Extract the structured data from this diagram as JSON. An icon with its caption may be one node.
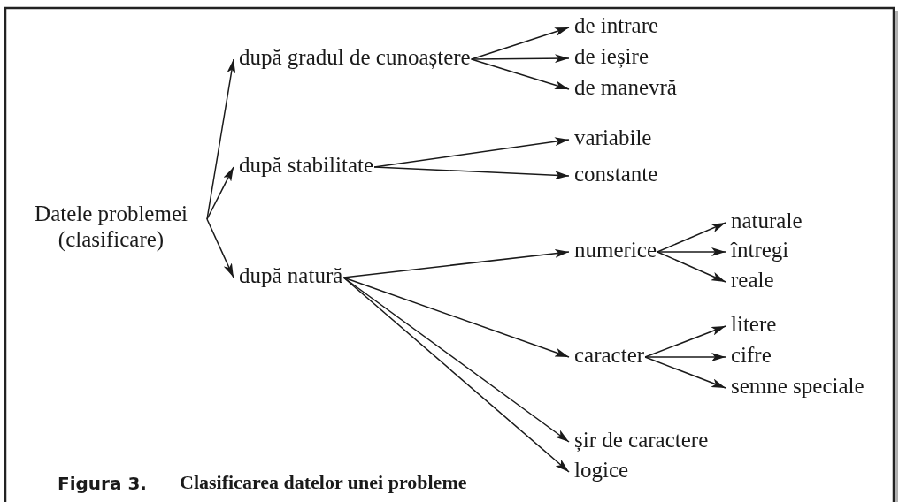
{
  "diagram": {
    "caption": "Clasificarea datelor unei probleme",
    "nodes": [
      {
        "text": [
          "Datele problemei (clasificare)"
        ]
      },
      {
        "text": [
          "după gradul de cunoaștere"
        ]
      },
      {
        "text": [
          "după stabilitate"
        ]
      },
      {
        "text": [
          "după natură"
        ]
      },
      {
        "text": [
          "de intrare"
        ]
      },
      {
        "text": [
          "de ieșire"
        ]
      },
      {
        "text": [
          "de manevră"
        ]
      },
      {
        "text": [
          "variabile"
        ]
      },
      {
        "text": [
          "constante"
        ]
      },
      {
        "text": [
          "numerice"
        ]
      },
      {
        "text": [
          "naturale"
        ]
      },
      {
        "text": [
          "întregi"
        ]
      },
      {
        "text": [
          "reale"
        ]
      },
      {
        "text": [
          "caracter"
        ]
      },
      {
        "text": [
          "litere"
        ]
      },
      {
        "text": [
          "cifre"
        ]
      },
      {
        "text": [
          "semne speciale"
        ]
      },
      {
        "text": [
          "șir de caractere"
        ]
      },
      {
        "text": [
          "logice"
        ]
      }
    ],
    "edges": [
      {
        "from": 0,
        "to": 1,
        "arrow": "to"
      },
      {
        "from": 0,
        "to": 2,
        "arrow": "to"
      },
      {
        "from": 0,
        "to": 3,
        "arrow": "to"
      },
      {
        "from": 1,
        "to": 4,
        "arrow": "to"
      },
      {
        "from": 1,
        "to": 5,
        "arrow": "to"
      },
      {
        "from": 1,
        "to": 6,
        "arrow": "to"
      },
      {
        "from": 2,
        "to": 7,
        "arrow": "to"
      },
      {
        "from": 2,
        "to": 8,
        "arrow": "to"
      },
      {
        "from": 3,
        "to": 9,
        "arrow": "to"
      },
      {
        "from": 3,
        "to": 13,
        "arrow": "to"
      },
      {
        "from": 3,
        "to": 17,
        "arrow": "to"
      },
      {
        "from": 3,
        "to": 18,
        "arrow": "to"
      },
      {
        "from": 9,
        "to": 10,
        "arrow": "to"
      },
      {
        "from": 9,
        "to": 11,
        "arrow": "to"
      },
      {
        "from": 9,
        "to": 12,
        "arrow": "to"
      },
      {
        "from": 13,
        "to": 14,
        "arrow": "to"
      },
      {
        "from": 13,
        "to": 15,
        "arrow": "to"
      },
      {
        "from": 13,
        "to": 16,
        "arrow": "to"
      }
    ],
    "labels": [
      "Figura 3."
    ]
  }
}
